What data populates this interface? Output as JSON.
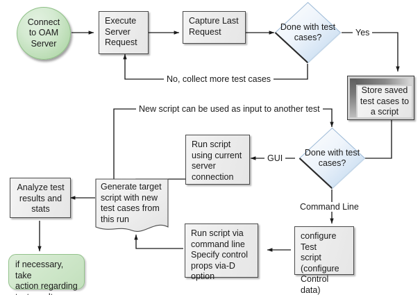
{
  "diagram": {
    "title": "OAM test-case capture and script generation flow",
    "colors": {
      "start_fill": "#cfe7ca",
      "process_fill": "#ececec",
      "decision_fill": "#dbe8f5",
      "terminator_fill": "#cfe7ca",
      "stroke": "#1a1a1a",
      "background": "#ffffff"
    },
    "nodes": [
      {
        "id": "connect",
        "shape": "ellipse",
        "text": "Connect\nto OAM\nServer"
      },
      {
        "id": "execute",
        "shape": "process",
        "text": "Execute\nServer\nRequest"
      },
      {
        "id": "capture",
        "shape": "process",
        "text": "Capture Last\nRequest"
      },
      {
        "id": "done1",
        "shape": "decision",
        "text": "Done\nwith test\ncases?"
      },
      {
        "id": "store",
        "shape": "predefined-process",
        "text": "Store saved\ntest cases to\na script"
      },
      {
        "id": "done2",
        "shape": "decision",
        "text": "Done\nwith test\ncases?"
      },
      {
        "id": "run-gui",
        "shape": "process",
        "text": "Run script\nusing current\nserver\nconnection"
      },
      {
        "id": "generate",
        "shape": "document",
        "text": "Generate target\nscript with new\ntest cases from\nthis run"
      },
      {
        "id": "configure",
        "shape": "process",
        "text": "configure Test\nscript\n(configure\nControl data)"
      },
      {
        "id": "run-cmdline",
        "shape": "process",
        "text": "Run script via\ncommand line\nSpecify control\nprops via-D option"
      },
      {
        "id": "analyze",
        "shape": "process",
        "text": "Analyze test\nresults and\nstats"
      },
      {
        "id": "take-action",
        "shape": "terminator",
        "text": "if necessary, take\naction regarding\ntest results"
      }
    ],
    "edge_labels": [
      {
        "id": "yes",
        "text": "Yes"
      },
      {
        "id": "no-collect",
        "text": "No, collect more test cases"
      },
      {
        "id": "new-script",
        "text": "New script can be used as input to another test"
      },
      {
        "id": "gui",
        "text": "GUI"
      },
      {
        "id": "command-line",
        "text": "Command Line"
      }
    ]
  }
}
